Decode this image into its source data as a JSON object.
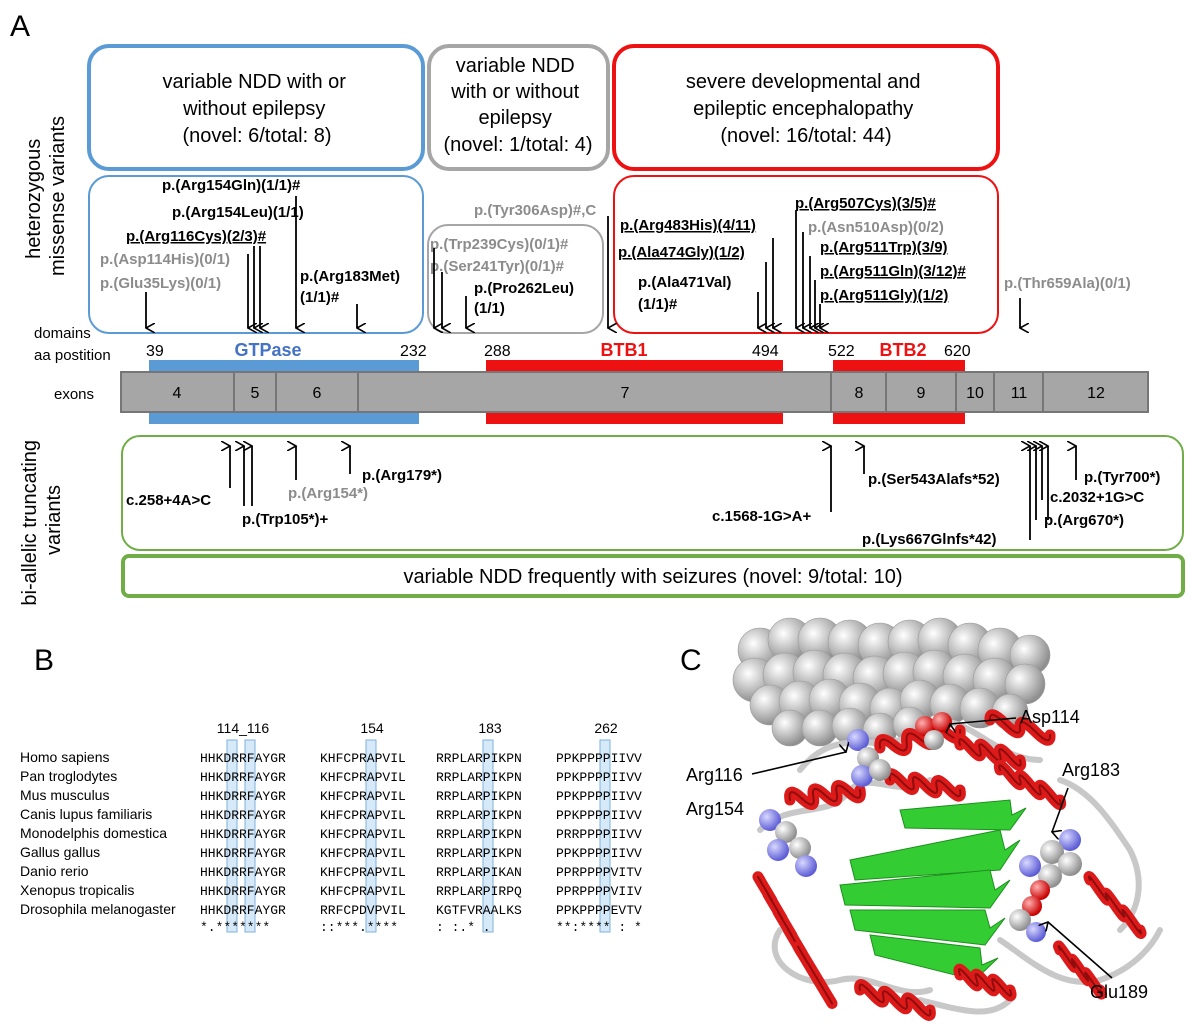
{
  "panels": {
    "a": "A",
    "b": "B",
    "c": "C"
  },
  "groups": {
    "blue": {
      "lines": [
        "variable NDD with or",
        "without epilepsy",
        "(novel: 6/total: 8)"
      ]
    },
    "gray": {
      "lines": [
        "variable NDD",
        "with or without",
        "epilepsy",
        "(novel: 1/total: 4)"
      ]
    },
    "red": {
      "lines": [
        "severe developmental and",
        "epileptic encephalopathy",
        "(novel: 16/total: 44)"
      ]
    },
    "green": {
      "line": "variable NDD frequently with seizures (novel: 9/total: 10)"
    }
  },
  "side_labels": {
    "top": [
      "heterozygous",
      "missense variants"
    ],
    "bottom": [
      "bi-allelic truncating",
      "variants"
    ]
  },
  "row_labels": {
    "domains": "domains",
    "aa": "aa postition",
    "exons": "exons"
  },
  "positions": [
    "39",
    "232",
    "288",
    "494",
    "522",
    "620"
  ],
  "domains": [
    "GTPase",
    "BTB1",
    "BTB2"
  ],
  "exons": [
    "4",
    "5",
    "6",
    "7",
    "8",
    "9",
    "10",
    "11",
    "12"
  ],
  "missense": [
    {
      "text": "p.(Arg154Gln)(1/1)#",
      "style": "bold"
    },
    {
      "text": "p.(Arg154Leu)(1/1)",
      "style": "bold"
    },
    {
      "text": "p.(Arg116Cys)(2/3)#",
      "style": "underline"
    },
    {
      "text": "p.(Asp114His)(0/1)",
      "style": "gray"
    },
    {
      "text": "p.(Glu35Lys)(0/1)",
      "style": "gray"
    },
    {
      "text": "p.(Arg183Met)",
      "style": "bold"
    },
    {
      "text": "(1/1)#",
      "style": "bold"
    },
    {
      "text": "p.(Tyr306Asp)#,C",
      "style": "gray"
    },
    {
      "text": "p.(Trp239Cys)(0/1)#",
      "style": "gray"
    },
    {
      "text": "p.(Ser241Tyr)(0/1)#",
      "style": "gray"
    },
    {
      "text": "p.(Pro262Leu)",
      "style": "bold"
    },
    {
      "text": "(1/1)",
      "style": "bold"
    },
    {
      "text": "p.(Arg483His)(4/11)",
      "style": "underline"
    },
    {
      "text": "p.(Ala474Gly)(1/2)",
      "style": "underline"
    },
    {
      "text": "p.(Ala471Val)",
      "style": "bold"
    },
    {
      "text": "(1/1)#",
      "style": "bold"
    },
    {
      "text": "p.(Arg507Cys)(3/5)#",
      "style": "underline"
    },
    {
      "text": "p.(Asn510Asp)(0/2)",
      "style": "gray"
    },
    {
      "text": "p.(Arg511Trp)(3/9)",
      "style": "underline"
    },
    {
      "text": "p.(Arg511Gln)(3/12)#",
      "style": "underline"
    },
    {
      "text": "p.(Arg511Gly)(1/2)",
      "style": "underline"
    },
    {
      "text": "p.(Thr659Ala)(0/1)",
      "style": "gray"
    }
  ],
  "truncating": [
    {
      "text": "c.258+4A>C",
      "style": "bold"
    },
    {
      "text": "p.(Trp105*)+",
      "style": "bold"
    },
    {
      "text": "p.(Arg154*)",
      "style": "gray"
    },
    {
      "text": "p.(Arg179*)",
      "style": "bold"
    },
    {
      "text": "c.1568-1G>A+",
      "style": "bold"
    },
    {
      "text": "p.(Ser543Alafs*52)",
      "style": "bold"
    },
    {
      "text": "p.(Lys667Glnfs*42)",
      "style": "bold"
    },
    {
      "text": "p.(Tyr700*)",
      "style": "bold"
    },
    {
      "text": "c.2032+1G>C",
      "style": "bold"
    },
    {
      "text": "p.(Arg670*)",
      "style": "bold"
    }
  ],
  "alignment": {
    "positions": [
      "114_116",
      "154",
      "183",
      "262"
    ],
    "species": [
      "Homo sapiens",
      "Pan troglodytes",
      "Mus musculus",
      "Canis lupus familiaris",
      "Monodelphis domestica",
      "Gallus gallus",
      "Danio rerio",
      "Xenopus tropicalis",
      "Drosophila melanogaster"
    ],
    "seq1": [
      "HHKDRRFAYGR",
      "HHKDRRFAYGR",
      "HHKDRRFAYGR",
      "HHKDRRFAYGR",
      "HHKDRRFAYGR",
      "HHKDRRFAYGR",
      "HHKDRRFAYGR",
      "HHKDRRFAYGR",
      "HHKDRRFAYGR"
    ],
    "seq2": [
      "KHFCPRAPVIL",
      "KHFCPRAPVIL",
      "KHFCPRAPVIL",
      "KHFCPRAPVIL",
      "KHFCPRAPVIL",
      "KHFCPRAPVIL",
      "KHFCPRAPVIL",
      "KHFCPRAPVIL",
      "RRFCPDVPVIL"
    ],
    "seq3": [
      "RRPLARPIKPN",
      "RRPLARPIKPN",
      "RRPLARPIKPN",
      "RRPLARPIKPN",
      "RRPLARPIKPN",
      "RRPLARPIKPN",
      "RRPLARPIKAN",
      "RRPLARPIRPQ",
      "KGTFVRAALKS"
    ],
    "seq4": [
      "PPKPPPPIIVV",
      "PPKPPPPIIVV",
      "PPKPPPPIIVV",
      "PPKPPPPIIVV",
      "PRRPPPPIIVV",
      "PPKPPPPIIVV",
      "PPRPPPPVITV",
      "PPRPPPPVIIV",
      "PPKPPPPEVTV"
    ],
    "consensus": [
      "*.*******",
      "::***.****",
      ":  :.*     .",
      "**:****  : *"
    ]
  },
  "structure_labels": [
    "Asp114",
    "Arg116",
    "Arg183",
    "Arg154",
    "Glu189"
  ],
  "colors": {
    "blue": "#5b9bd5",
    "gray": "#a6a6a6",
    "red": "#ee1111",
    "green": "#70ad47",
    "exon": "#a6a6a6"
  }
}
